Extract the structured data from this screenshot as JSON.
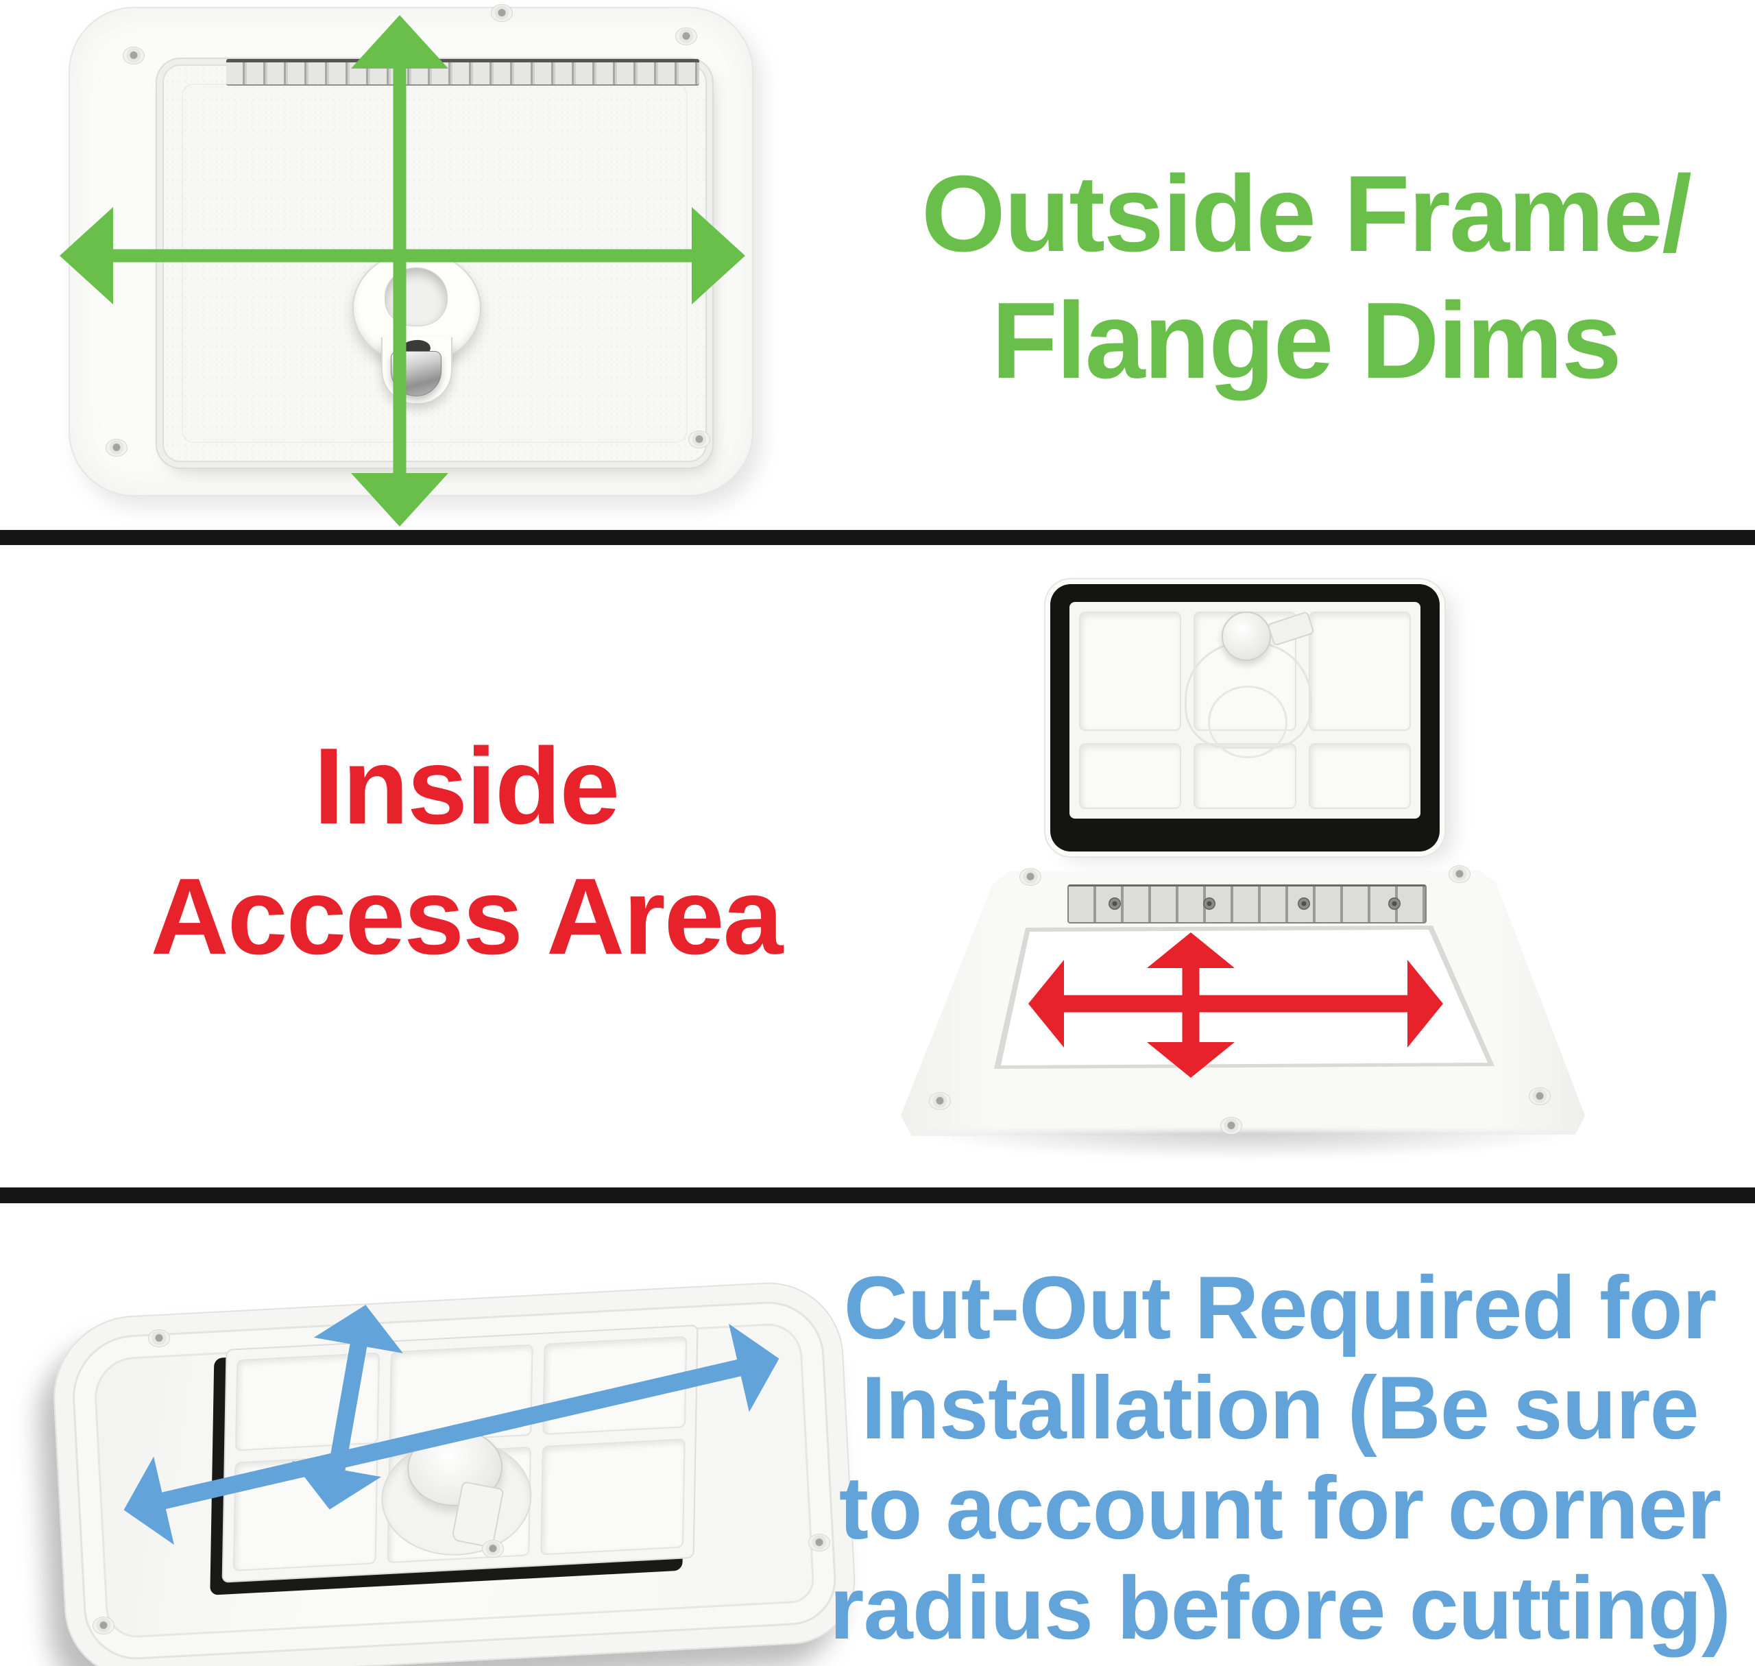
{
  "annotation_colors": {
    "green": "#6abf4b",
    "red": "#e8222a",
    "blue": "#62a3d9",
    "separator_bar": "#161616",
    "background": "#ffffff"
  },
  "sections": [
    {
      "id": "outside-frame-flange-dims",
      "caption": {
        "lines": [
          "Outside Frame/",
          "Flange Dims"
        ],
        "color": "#6abf4b"
      },
      "photo": "closed-access-hatch-top-view",
      "arrows": [
        "outside-height-arrow",
        "outside-width-arrow"
      ]
    },
    {
      "id": "inside-access-area",
      "caption": {
        "lines": [
          "Inside",
          "Access Area"
        ],
        "color": "#e8222a"
      },
      "photo": "open-access-hatch-view",
      "arrows": [
        "inside-height-arrow",
        "inside-width-arrow"
      ]
    },
    {
      "id": "cut-out-required",
      "caption": {
        "lines": [
          "Cut-Out Required for",
          "Installation (Be sure",
          "to account for corner",
          "radius before cutting)"
        ],
        "color": "#62a3d9"
      },
      "photo": "hatch-underside-back-view",
      "arrows": [
        "cutout-width-arrow",
        "cutout-height-arrow"
      ]
    }
  ]
}
